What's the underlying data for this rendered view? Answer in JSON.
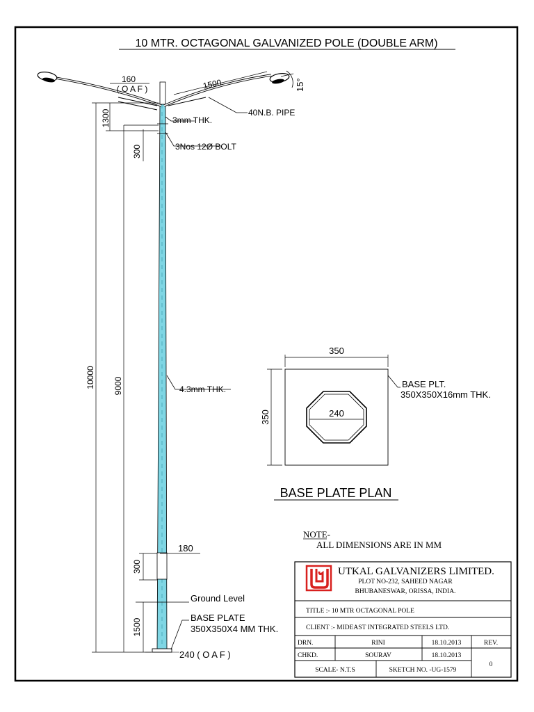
{
  "title": "10 MTR. OCTAGONAL  GALVANIZED POLE (DOUBLE ARM)",
  "pole": {
    "dim_160": "160",
    "oaf_top": "( O A F )",
    "dim_1500_arm": "1500",
    "angle": "15°",
    "pipe": "40N.B. PIPE",
    "thk_3mm": "3mm THK.",
    "bolt": "3Nos 12Ø BOLT",
    "thk_43": "4.3mm THK.",
    "dim_1300": "1300",
    "dim_300_top": "300",
    "dim_10000": "10000",
    "dim_9000": "9000",
    "dim_300_bottom": "300",
    "dim_1500_bottom": "1500",
    "dim_180": "180",
    "ground_level": "Ground Level",
    "base_plate_label": "BASE PLATE",
    "base_plate_spec": "350X350X4 MM THK.",
    "bottom_oaf": "240 ( O A F )"
  },
  "base_plan": {
    "width": "350",
    "height": "350",
    "inner": "240",
    "label": "BASE PLT.",
    "spec": "350X350X16mm THK.",
    "heading": "BASE PLATE PLAN"
  },
  "note": {
    "heading": "NOTE-",
    "text": "ALL DIMENSIONS ARE IN MM"
  },
  "title_block": {
    "company": "UTKAL  GALVANIZERS   LIMITED.",
    "address1": "PLOT NO-232, SAHEED NAGAR",
    "address2": "BHUBANESWAR, ORISSA, INDIA.",
    "title": "TITLE :- 10 MTR OCTAGONAL POLE",
    "client": "CLIENT :- MIDEAST INTEGRATED STEELS LTD.",
    "drn_label": "DRN.",
    "drn_name": "RINI",
    "drn_date": "18.10.2013",
    "rev_label": "REV.",
    "chkd_label": "CHKD.",
    "chkd_name": "SOURAV",
    "chkd_date": "18.10.2013",
    "rev_value": "0",
    "scale": "SCALE-  N.T.S",
    "sketch": "SKETCH  NO. -UG-1579"
  },
  "colors": {
    "pole": "#7fd6e4",
    "logo": "#d8201e"
  }
}
